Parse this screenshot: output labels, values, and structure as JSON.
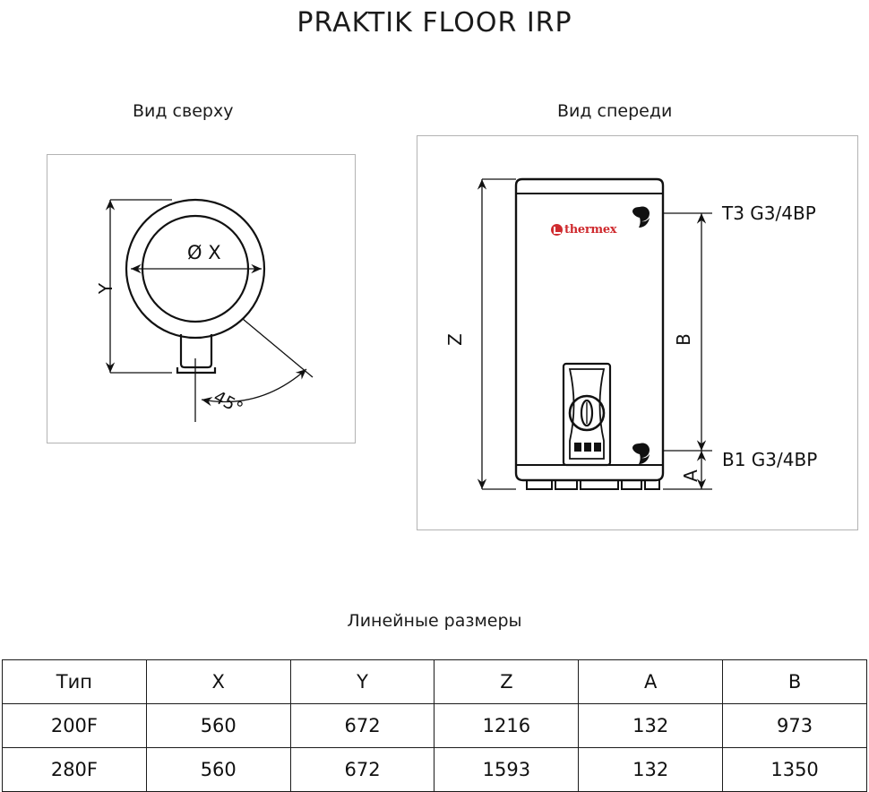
{
  "title": "PRAKTIK FLOOR IRP",
  "views": {
    "top": {
      "caption": "Вид сверху"
    },
    "front": {
      "caption": "Вид спереди"
    }
  },
  "top_view": {
    "diameter_label": "X",
    "diameter_symbol": "Ø",
    "height_label": "Y",
    "angle_label": "45°"
  },
  "front_view": {
    "brand": "thermex",
    "brand_color": "#cf2b2f",
    "port_top_label": "T3 G3/4BP",
    "port_bottom_label": "B1 G3/4BP",
    "total_height_label": "Z",
    "port_span_label": "B",
    "base_height_label": "A"
  },
  "table": {
    "caption": "Линейные размеры",
    "headers": [
      "Тип",
      "X",
      "Y",
      "Z",
      "A",
      "B"
    ],
    "rows": [
      [
        "200F",
        "560",
        "672",
        "1216",
        "132",
        "973"
      ],
      [
        "280F",
        "560",
        "672",
        "1593",
        "132",
        "1350"
      ]
    ]
  }
}
